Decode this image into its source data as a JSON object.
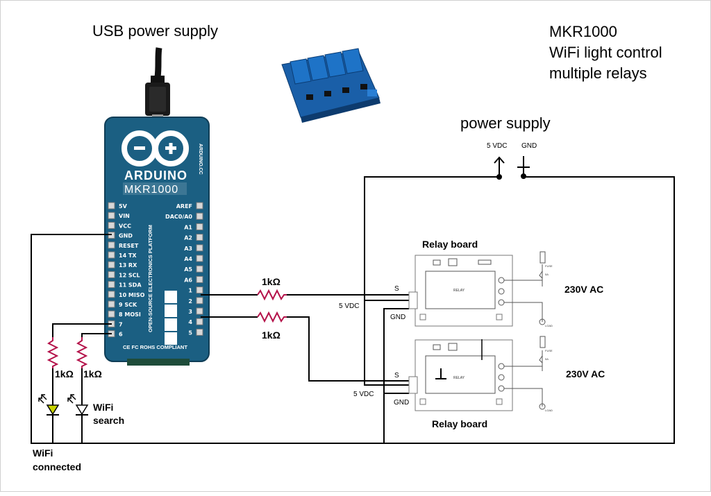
{
  "titles": {
    "usb": "USB power supply",
    "project_line1": "MKR1000",
    "project_line2": "WiFi light control",
    "project_line3": "multiple relays",
    "power_supply": "power supply"
  },
  "power": {
    "vdc": "5 VDC",
    "gnd": "GND"
  },
  "arduino": {
    "brand": "ARDUINO",
    "model": "MKR1000",
    "site": "ARDUINO.CC",
    "platform": "OPEN-SOURCE ELECTRONICS PLATFORM",
    "compliance": "CE FC ROHS COMPLIANT",
    "left_pins": [
      "5V",
      "VIN",
      "VCC",
      "GND",
      "RESET",
      "14 TX",
      "13 RX",
      "12 SCL",
      "11 SDA",
      "10 MISO",
      "9 SCK",
      "8 MOSI",
      "7",
      "6"
    ],
    "right_pins": [
      "AREF",
      "DAC0/A0",
      "A1",
      "A2",
      "A3",
      "A4",
      "A5",
      "A6",
      "1",
      "2",
      "3",
      "4",
      "5"
    ]
  },
  "resistors": {
    "r1": "1kΩ",
    "r2": "1kΩ",
    "r3": "1kΩ",
    "r4": "1kΩ"
  },
  "relay1": {
    "title": "Relay board",
    "s": "S",
    "vdc": "5 VDC",
    "gnd": "GND",
    "ac": "230V AC",
    "relay_text": "RELAY",
    "fuse": "FUSE",
    "fuse_val": "5A",
    "load": "LOAD"
  },
  "relay2": {
    "title": "Relay board",
    "s": "S",
    "vdc": "5 VDC",
    "gnd": "GND",
    "ac": "230V AC",
    "relay_text": "RELAY",
    "fuse": "FUSE",
    "fuse_val": "5A",
    "load": "LOAD"
  },
  "leds": {
    "connected_1": "WiFi",
    "connected_2": "connected",
    "search_1": "WiFi",
    "search_2": "search"
  },
  "colors": {
    "board": "#1b5f82",
    "board_dark": "#12445f",
    "resistor": "#b4124a",
    "led_green": "#c8d400",
    "relay_blue": "#1e6fbf"
  }
}
